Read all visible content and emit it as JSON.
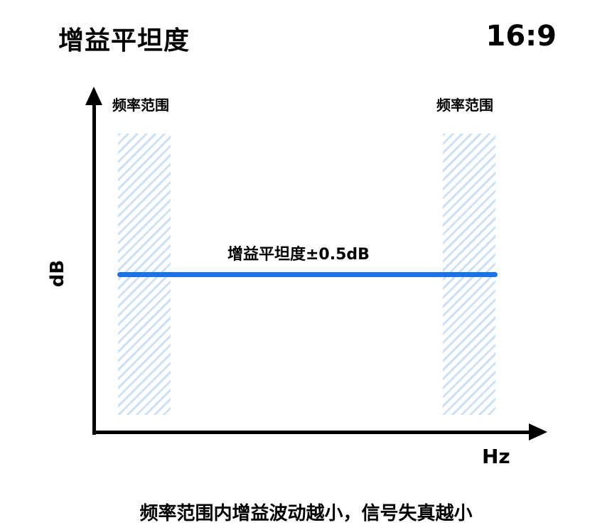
{
  "header": {
    "title": "增益平坦度",
    "aspect_ratio": "16:9"
  },
  "diagram": {
    "y_axis_label": "dB",
    "x_axis_label": "Hz",
    "bands": [
      {
        "label": "频率范围",
        "position": "left"
      },
      {
        "label": "频率范围",
        "position": "right"
      }
    ],
    "gain_line": {
      "label": "增益平坦度±0.5dB",
      "color": "#1a73e8"
    },
    "band_color": "#a0c8f0"
  },
  "caption": "频率范围内增益波动越小，信号失真越小"
}
